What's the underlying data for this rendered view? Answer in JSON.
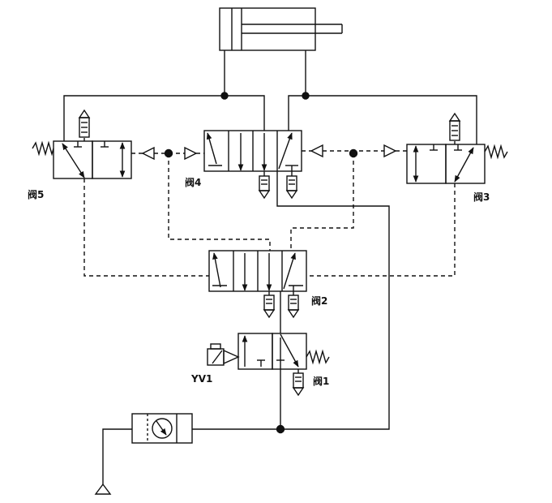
{
  "labels": {
    "valve5": "阀5",
    "valve4": "阀4",
    "valve3": "阀3",
    "valve2": "阀2",
    "valve1": "阀1",
    "solenoid": "YV1"
  },
  "colors": {
    "line": "#111111",
    "background": "#ffffff"
  }
}
